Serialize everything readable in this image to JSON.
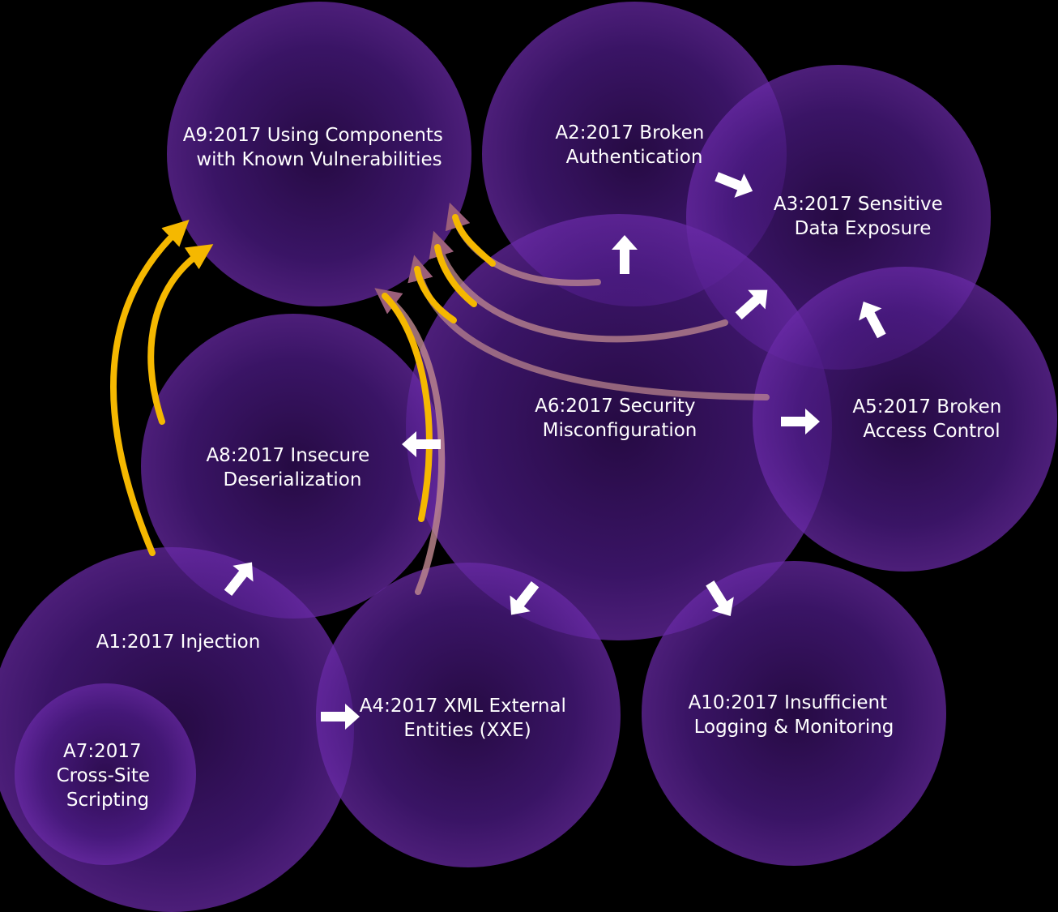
{
  "colors": {
    "background": "#000000",
    "circle_fill": "#6a2aa8",
    "circle_edge": "#2a0c4a",
    "text": "#ffffff",
    "arrow_strong": "#f5b800",
    "arrow_faded": "#b07a6a",
    "arrow_small": "#ffffff"
  },
  "nodes": {
    "a9": {
      "lines": [
        "A9:2017 Using Components",
        "with Known Vulnerabilities"
      ]
    },
    "a2": {
      "lines": [
        "A2:2017 Broken",
        "Authentication"
      ]
    },
    "a3": {
      "lines": [
        "A3:2017 Sensitive",
        "Data Exposure"
      ]
    },
    "a6": {
      "lines": [
        "A6:2017 Security",
        "Misconfiguration"
      ]
    },
    "a5": {
      "lines": [
        "A5:2017 Broken",
        "Access Control"
      ]
    },
    "a8": {
      "lines": [
        "A8:2017 Insecure",
        "Deserialization"
      ]
    },
    "a1": {
      "lines": [
        "A1:2017 Injection"
      ]
    },
    "a4": {
      "lines": [
        "A4:2017 XML External",
        "Entities (XXE)"
      ]
    },
    "a10": {
      "lines": [
        "A10:2017 Insufficient",
        "Logging & Monitoring"
      ]
    },
    "a7": {
      "lines": [
        "A7:2017",
        "Cross-Site",
        "Scripting"
      ]
    }
  }
}
